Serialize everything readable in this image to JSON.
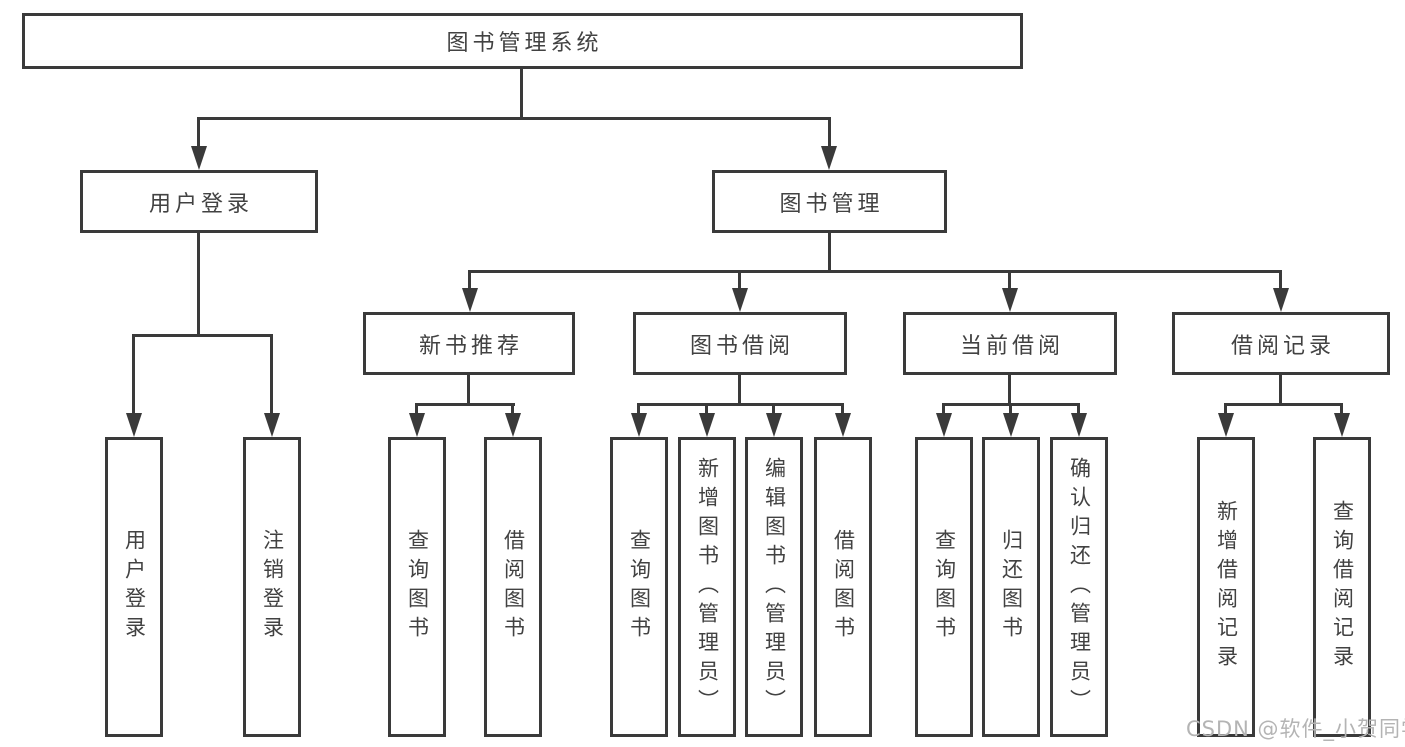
{
  "diagram": {
    "root": {
      "label": "图书管理系统"
    },
    "level2": [
      {
        "label": "用户登录",
        "children": [
          {
            "label": "用户登录"
          },
          {
            "label": "注销登录"
          }
        ]
      },
      {
        "label": "图书管理",
        "children": [
          {
            "label": "新书推荐",
            "children": [
              {
                "label": "查询图书"
              },
              {
                "label": "借阅图书"
              }
            ]
          },
          {
            "label": "图书借阅",
            "children": [
              {
                "label": "查询图书"
              },
              {
                "label": "新增图书（管理员）"
              },
              {
                "label": "编辑图书（管理员）"
              },
              {
                "label": "借阅图书"
              }
            ]
          },
          {
            "label": "当前借阅",
            "children": [
              {
                "label": "查询图书"
              },
              {
                "label": "归还图书"
              },
              {
                "label": "确认归还（管理员）"
              }
            ]
          },
          {
            "label": "借阅记录",
            "children": [
              {
                "label": "新增借阅记录"
              },
              {
                "label": "查询借阅记录"
              }
            ]
          }
        ]
      }
    ]
  },
  "watermark": {
    "text": "CSDN @软件_小贺同学"
  },
  "colors": {
    "line": "#3a3a3a",
    "box_border": "#3a3a3a",
    "text": "#424242",
    "watermark": "#b4b4b4",
    "background": "#ffffff"
  }
}
